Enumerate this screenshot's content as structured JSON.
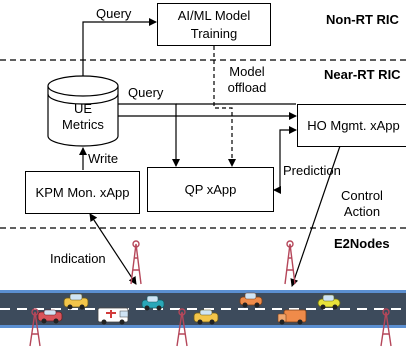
{
  "sections": {
    "non_rt": "Non-RT RIC",
    "near_rt": "Near-RT RIC",
    "e2": "E2Nodes"
  },
  "nodes": {
    "aiml": {
      "line1": "AI/ML Model",
      "line2": "Training"
    },
    "ue": {
      "line1": "UE",
      "line2": "Metrics"
    },
    "ho": {
      "label": "HO Mgmt. xApp"
    },
    "qp": {
      "label": "QP xApp"
    },
    "kpm": {
      "label": "KPM Mon. xApp"
    }
  },
  "edges": {
    "query_top": "Query",
    "model_offload_1": "Model",
    "model_offload_2": "offload",
    "query_mid": "Query",
    "prediction": "Prediction",
    "write": "Write",
    "control_1": "Control",
    "control_2": "Action",
    "indication": "Indication"
  },
  "colors": {
    "line": "#000000",
    "road": "#3d4b5c",
    "road_edge": "#5b8fd1",
    "lane_mark": "#ffffff",
    "tower": "#b5475a"
  }
}
